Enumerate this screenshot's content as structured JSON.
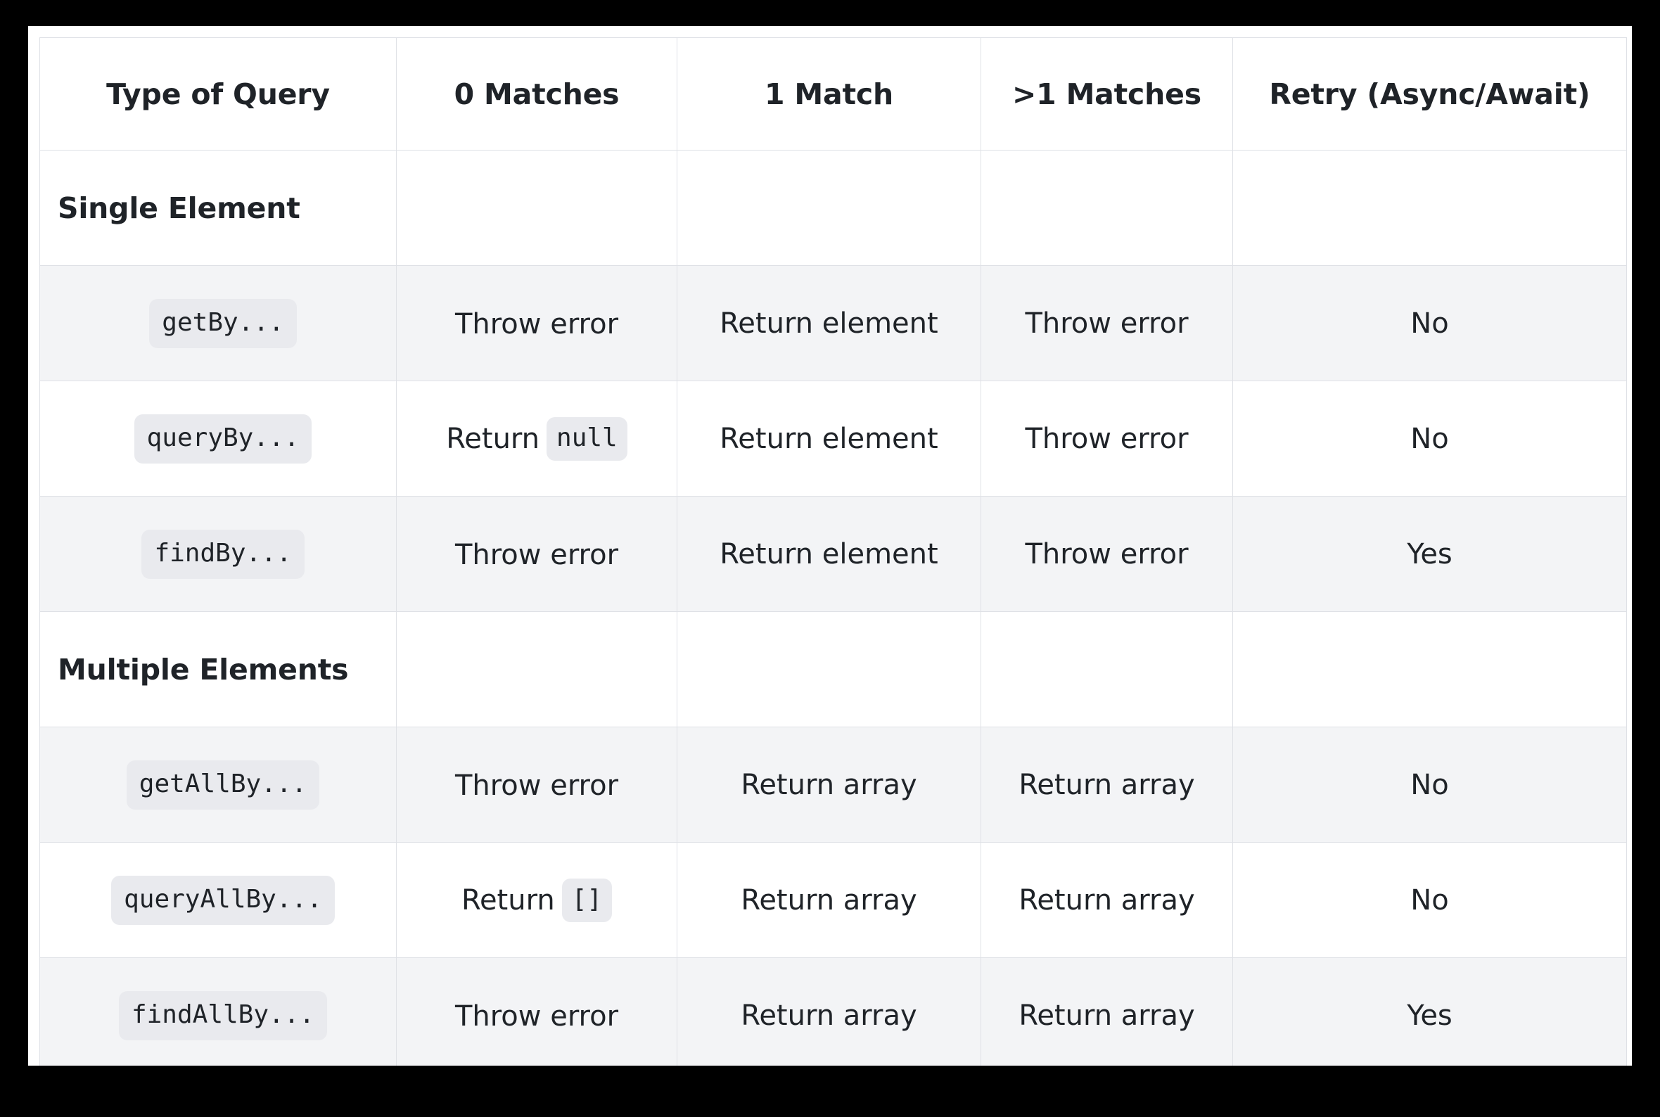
{
  "table": {
    "headers": [
      "Type of Query",
      "0 Matches",
      "1 Match",
      ">1 Matches",
      "Retry (Async/Await)"
    ],
    "sections": [
      {
        "label": "Single Element",
        "rows": [
          {
            "query": "getBy...",
            "zero_matches": "Throw error",
            "zero_matches_code": "",
            "one_match": "Return element",
            "many_matches": "Throw error",
            "retry": "No"
          },
          {
            "query": "queryBy...",
            "zero_matches": "Return",
            "zero_matches_code": "null",
            "one_match": "Return element",
            "many_matches": "Throw error",
            "retry": "No"
          },
          {
            "query": "findBy...",
            "zero_matches": "Throw error",
            "zero_matches_code": "",
            "one_match": "Return element",
            "many_matches": "Throw error",
            "retry": "Yes"
          }
        ]
      },
      {
        "label": "Multiple Elements",
        "rows": [
          {
            "query": "getAllBy...",
            "zero_matches": "Throw error",
            "zero_matches_code": "",
            "one_match": "Return array",
            "many_matches": "Return array",
            "retry": "No"
          },
          {
            "query": "queryAllBy...",
            "zero_matches": "Return",
            "zero_matches_code": "[]",
            "one_match": "Return array",
            "many_matches": "Return array",
            "retry": "No"
          },
          {
            "query": "findAllBy...",
            "zero_matches": "Throw error",
            "zero_matches_code": "",
            "one_match": "Return array",
            "many_matches": "Return array",
            "retry": "Yes"
          }
        ]
      }
    ]
  },
  "colors": {
    "page_background": "#000000",
    "surface": "#ffffff",
    "row_shade": "#f3f4f6",
    "border": "#dfe1e6",
    "code_chip": "#e9eaee",
    "text": "#1f2328"
  }
}
